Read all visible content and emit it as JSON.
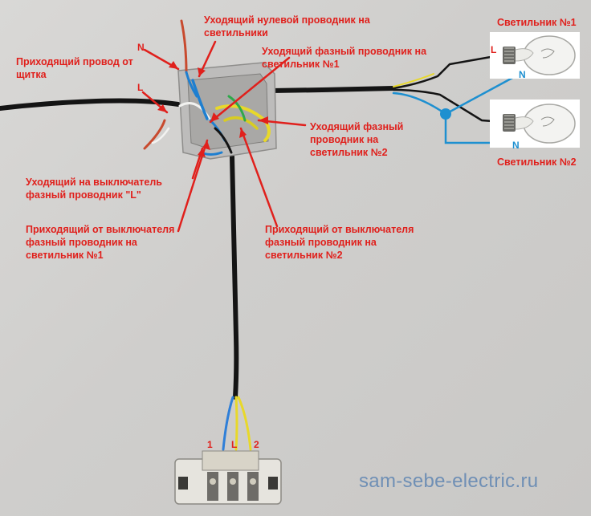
{
  "labels": {
    "outgoing_neutral": "Уходящий нулевой проводник на\nсветильники",
    "incoming_from_panel": "Приходящий провод от\nщитка",
    "outgoing_phase_lamp1": "Уходящий фазный проводник на\nсветильник №1",
    "outgoing_phase_lamp2": "Уходящий фазный\nпроводник на\nсветильник №2",
    "outgoing_to_switch": "Уходящий на выключатель\nфазный проводник \"L\"",
    "incoming_switch_lamp1": "Приходящий от выключателя\nфазный проводник на\nсветильник №1",
    "incoming_switch_lamp2": "Приходящий от выключателя\nфазный проводник на\nсветильник №2",
    "lamp1": "Светильник №1",
    "lamp2": "Светильник №2"
  },
  "wire_letters": {
    "n_box": "N",
    "l_box": "L",
    "l_lamp1": "L",
    "n_lamp1": "N",
    "n_lamp2": "N",
    "switch_1": "1",
    "switch_l": "L",
    "switch_2": "2"
  },
  "watermark": "sam-sebe-electric.ru",
  "colors": {
    "label_red": "#e0201c",
    "neutral_blue": "#1e90d0",
    "wire_black": "#111111",
    "wall": "#d4d3d1"
  }
}
